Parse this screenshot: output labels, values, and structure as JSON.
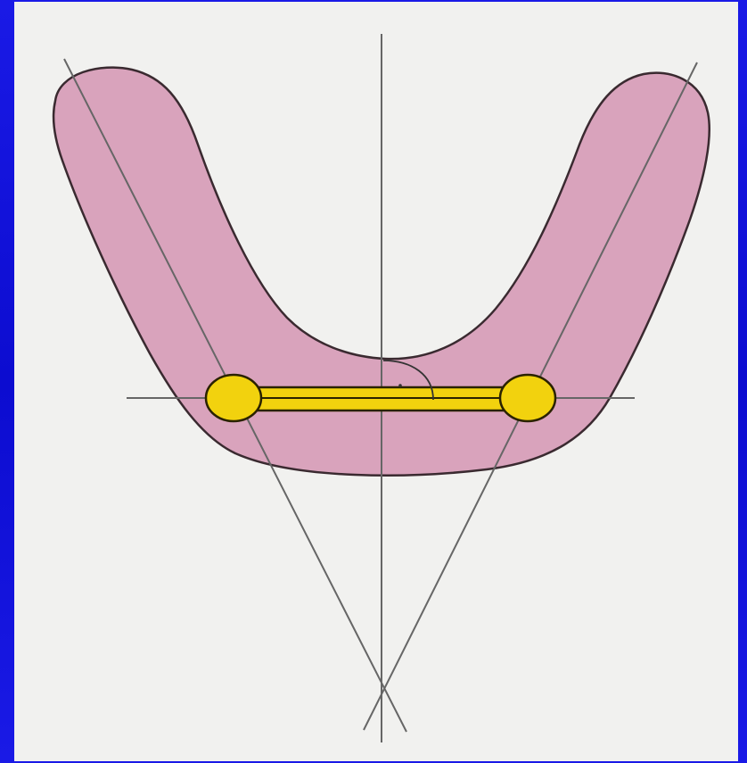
{
  "colors": {
    "frame": "#1414dc",
    "panel": "#f1f1ef",
    "arch_fill": "#d9a3bc",
    "arch_stroke": "#3a2a30",
    "bar_fill": "#f2d20e",
    "bar_stroke": "#2a2200",
    "guide_line": "#666666"
  },
  "diagram": {
    "shapes": [
      "u-shaped-arch",
      "connector-bar",
      "left-clip",
      "right-clip"
    ],
    "lines": [
      "vertical-midline",
      "horizontal-fulcrum-line",
      "left-oblique-line",
      "right-oblique-line"
    ],
    "annotation": "angle-arc"
  }
}
